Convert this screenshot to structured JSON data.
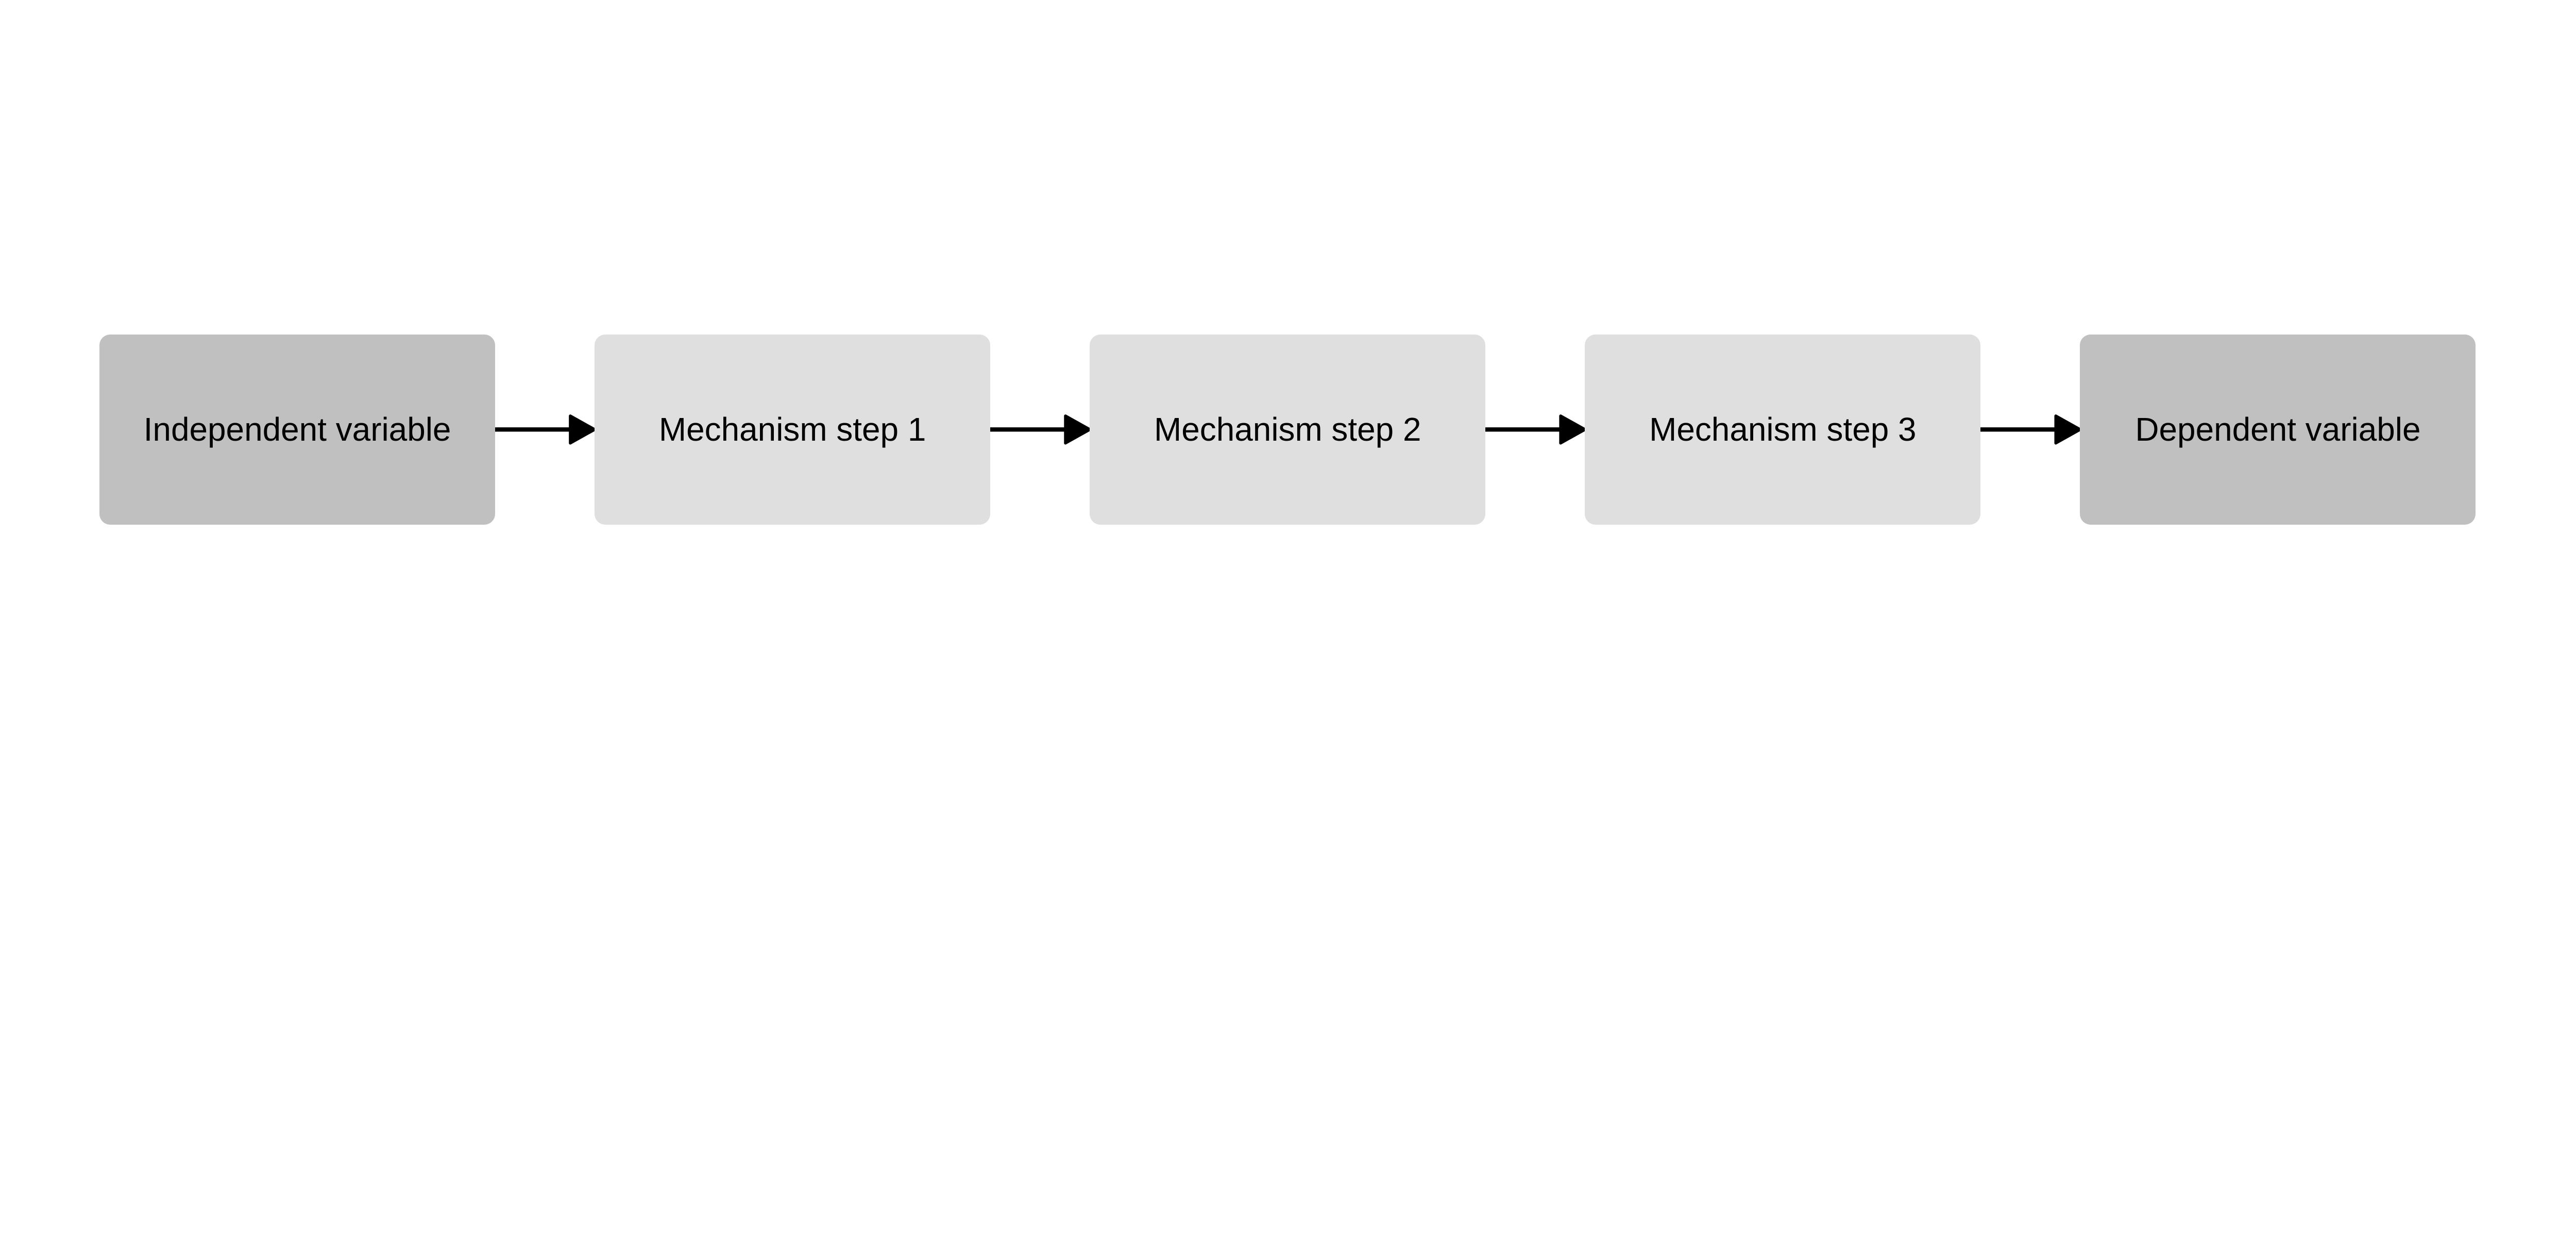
{
  "nodes": [
    {
      "label": "Independent variable",
      "color": "#c0c0c0"
    },
    {
      "label": "Mechanism step 1",
      "color": "#dfdfdf"
    },
    {
      "label": "Mechanism step 2",
      "color": "#dfdfdf"
    },
    {
      "label": "Mechanism step 3",
      "color": "#dfdfdf"
    },
    {
      "label": "Dependent variable",
      "color": "#c0c0c0"
    }
  ],
  "edges": [
    {
      "from": "Independent variable",
      "to": "Mechanism step 1"
    },
    {
      "from": "Mechanism step 1",
      "to": "Mechanism step 2"
    },
    {
      "from": "Mechanism step 2",
      "to": "Mechanism step 3"
    },
    {
      "from": "Mechanism step 3",
      "to": "Dependent variable"
    }
  ],
  "arrow_color": "#000000"
}
